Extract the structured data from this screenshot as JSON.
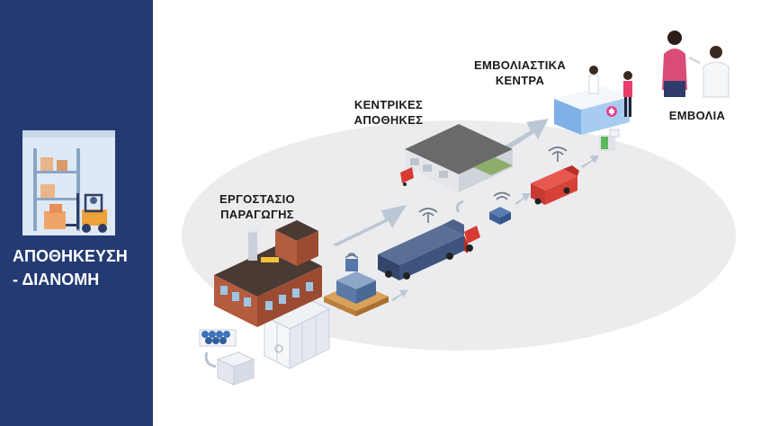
{
  "sidebar": {
    "title_line1": "ΑΠΟΘΗΚΕΥΣΗ",
    "title_line2": "- ΔΙΑΝΟΜΗ",
    "illustration_icon": "warehouse-forklift-icon",
    "background_color": "#233a73"
  },
  "flow": {
    "factory_line1": "ΕΡΓΟΣΤΑΣΙΟ",
    "factory_line2": "ΠΑΡΑΓΩΓΗΣ",
    "warehouses_line1": "ΚΕΝΤΡΙΚΕΣ",
    "warehouses_line2": "ΑΠΟΘΗΚΕΣ",
    "centers_line1": "ΕΜΒΟΛΙΑΣΤΙΚΑ",
    "centers_line2": "ΚΕΝΤΡΑ",
    "vaccines": "ΕΜΒΟΛΙΑ"
  },
  "colors": {
    "arrow": "#b9c4d3",
    "ellipse": "#ececef",
    "truck_red": "#d63a32",
    "container_blue": "#3a4f7a",
    "brick": "#b0563a"
  }
}
